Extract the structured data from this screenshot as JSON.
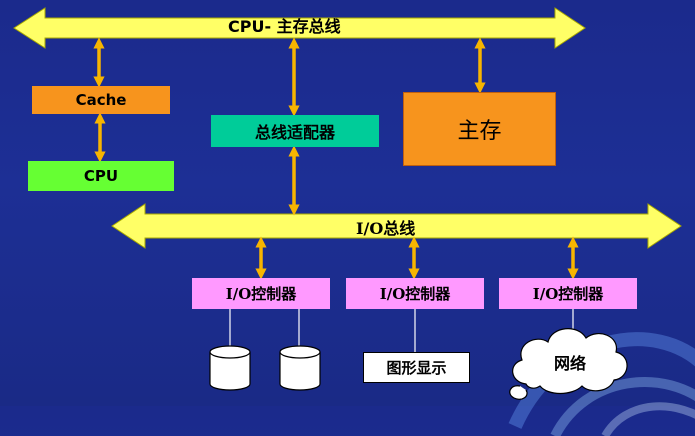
{
  "bus_top": {
    "label": "CPU- 主存总线"
  },
  "bus_io": {
    "label": "I/O总线"
  },
  "cache": {
    "label": "Cache"
  },
  "cpu": {
    "label": "CPU"
  },
  "adapter": {
    "label": "总线适配器"
  },
  "main_memory": {
    "label": "主存"
  },
  "io_controllers": [
    {
      "label": "I/O控制器"
    },
    {
      "label": "I/O控制器"
    },
    {
      "label": "I/O控制器"
    }
  ],
  "display": {
    "label": "图形显示"
  },
  "network": {
    "label": "网络"
  },
  "colors": {
    "background": "#1b2a8c",
    "bus": "#ffff66",
    "arrow": "#f7b500",
    "cache": "#f7941d",
    "cpu": "#66ff33",
    "adapter": "#00cc99",
    "main_memory": "#f7941d",
    "io_controller": "#ff99ff"
  }
}
